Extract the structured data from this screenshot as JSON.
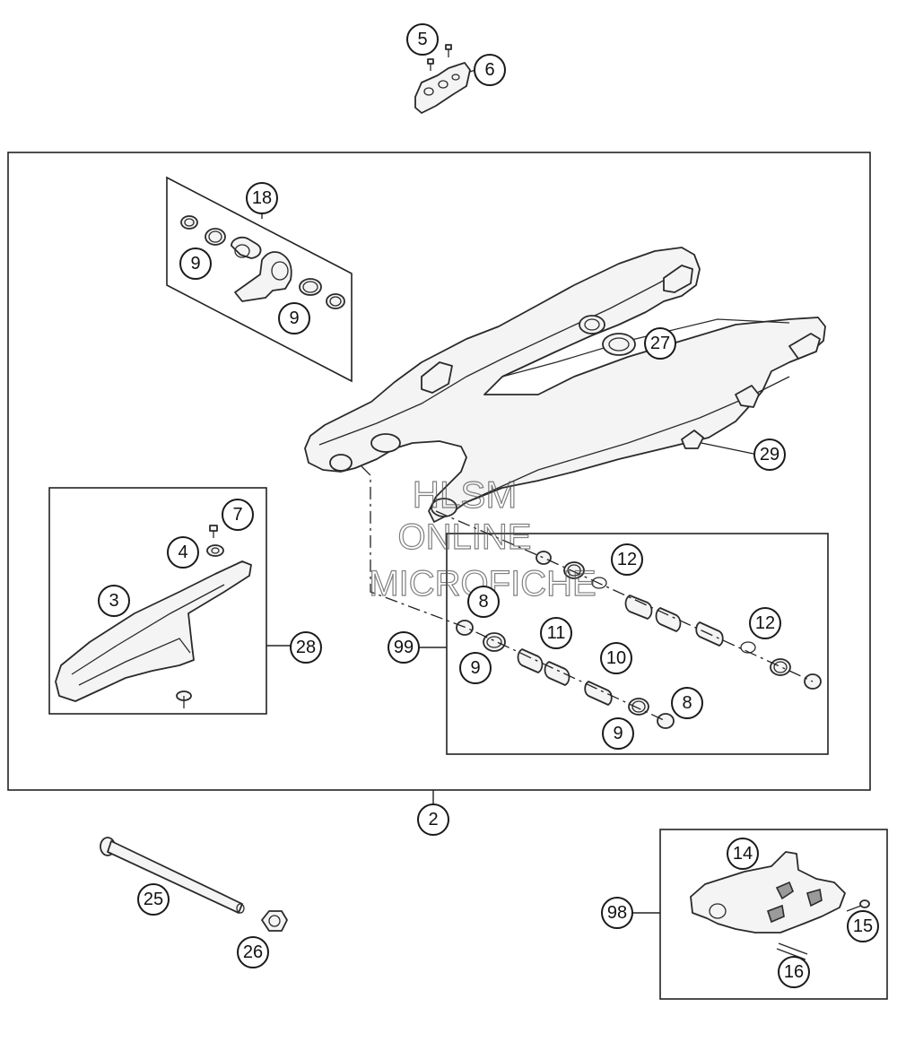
{
  "diagram": {
    "callouts": [
      {
        "id": "c5",
        "label": "5"
      },
      {
        "id": "c6",
        "label": "6"
      },
      {
        "id": "c18",
        "label": "18"
      },
      {
        "id": "c9a",
        "label": "9"
      },
      {
        "id": "c9b",
        "label": "9"
      },
      {
        "id": "c27",
        "label": "27"
      },
      {
        "id": "c29",
        "label": "29"
      },
      {
        "id": "c7",
        "label": "7"
      },
      {
        "id": "c4",
        "label": "4"
      },
      {
        "id": "c3",
        "label": "3"
      },
      {
        "id": "c28",
        "label": "28"
      },
      {
        "id": "c12a",
        "label": "12"
      },
      {
        "id": "c8a",
        "label": "8"
      },
      {
        "id": "c12b",
        "label": "12"
      },
      {
        "id": "c11",
        "label": "11"
      },
      {
        "id": "c99",
        "label": "99"
      },
      {
        "id": "c9c",
        "label": "9"
      },
      {
        "id": "c10",
        "label": "10"
      },
      {
        "id": "c8b",
        "label": "8"
      },
      {
        "id": "c9d",
        "label": "9"
      },
      {
        "id": "c2",
        "label": "2"
      },
      {
        "id": "c14",
        "label": "14"
      },
      {
        "id": "c98",
        "label": "98"
      },
      {
        "id": "c15",
        "label": "15"
      },
      {
        "id": "c25",
        "label": "25"
      },
      {
        "id": "c26",
        "label": "26"
      },
      {
        "id": "c16",
        "label": "16"
      }
    ],
    "watermark": {
      "line1": "HLSM",
      "line2": "ONLINE",
      "line3": "MICROFICHE"
    }
  }
}
